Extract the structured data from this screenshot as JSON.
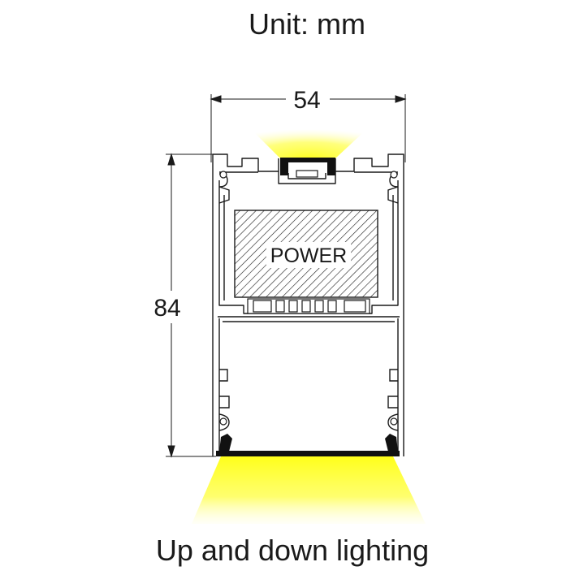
{
  "header": {
    "unit_label": "Unit: mm"
  },
  "dimensions": {
    "width": "54",
    "height": "84"
  },
  "labels": {
    "power": "POWER"
  },
  "footer": {
    "caption": "Up and down lighting"
  },
  "colors": {
    "light": "#ffff33",
    "line": "#1a1a1a",
    "background": "#ffffff"
  }
}
